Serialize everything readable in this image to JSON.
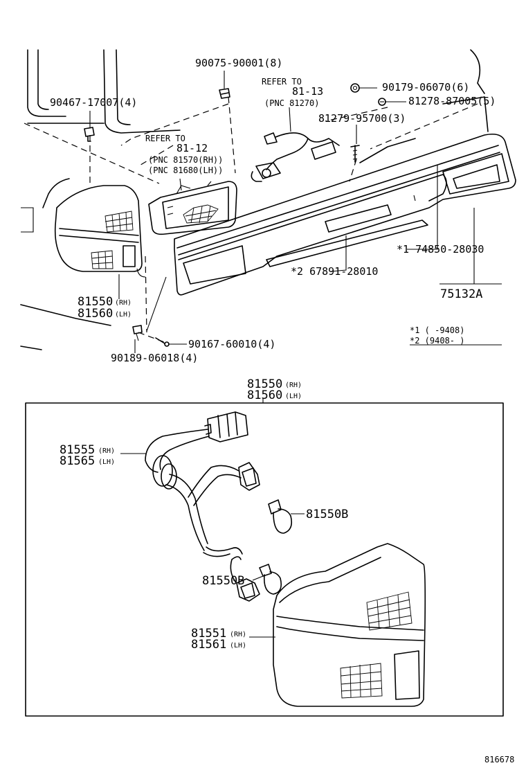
{
  "labels": {
    "p90075": "90075-90001(8)",
    "refer_to_1": "REFER TO",
    "refer_num_1": "81-13",
    "refer_pnc_1": "(PNC 81270)",
    "p90179": "90179-06070(6)",
    "p90467": "90467-17007(4)",
    "p81278": "81278-87005(5)",
    "p81279": "81279-95700(3)",
    "refer_to_2": "REFER TO",
    "refer_num_2": "81-12",
    "refer_pnc_2a": "(PNC 81570(RH))",
    "refer_pnc_2b": "(PNC 81680(LH))",
    "p74850": "*1 74850-28030",
    "p67891": "*2 67891-28010",
    "p75132": "75132A",
    "p81550_top": "81550",
    "p81550_top_rh": "(RH)",
    "p81560_top": "81560",
    "p81560_top_lh": "(LH)",
    "p90167": "90167-60010(4)",
    "p90189": "90189-06018(4)",
    "note1": "*1 (      -9408)",
    "note2": "*2 (9408-      )",
    "assy_81550": "81550",
    "assy_81550_rh": "(RH)",
    "assy_81560": "81560",
    "assy_81560_lh": "(LH)",
    "p81555": "81555",
    "p81555_rh": "(RH)",
    "p81565": "81565",
    "p81565_lh": "(LH)",
    "p81550B_1": "81550B",
    "p81550B_2": "81550B",
    "p81551": "81551",
    "p81551_rh": "(RH)",
    "p81561": "81561",
    "p81561_lh": "(LH)",
    "footer_code": "816678"
  }
}
